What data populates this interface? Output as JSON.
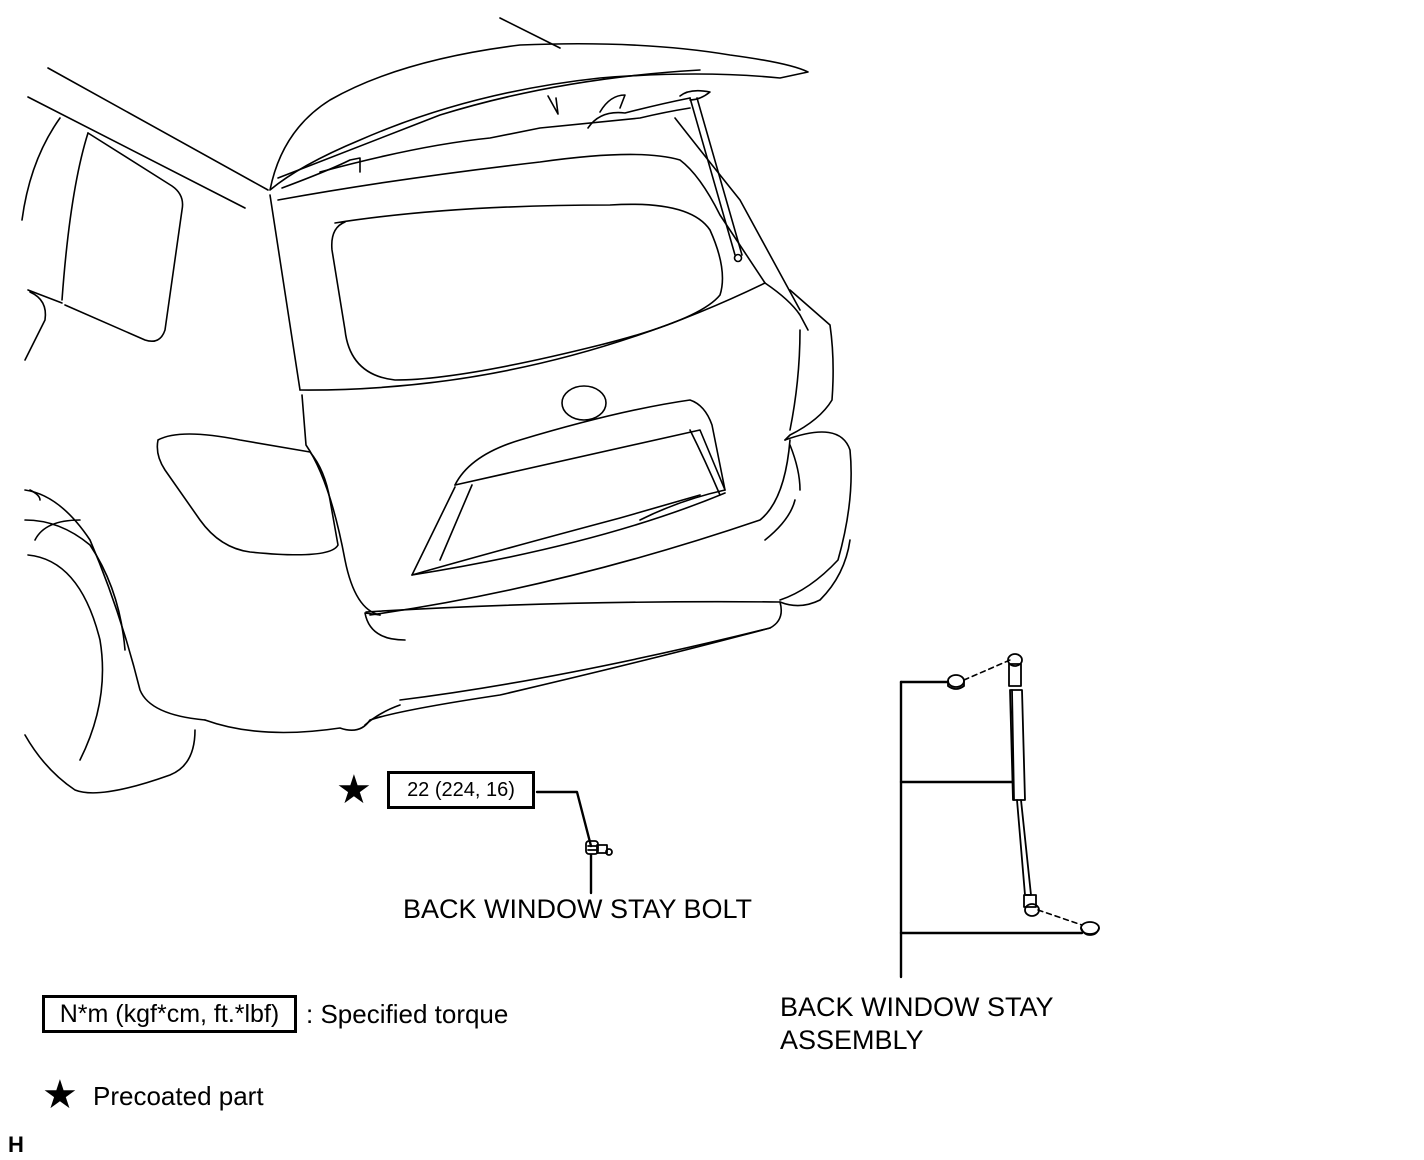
{
  "torque_value": "22 (224, 16)",
  "bolt_label": "BACK WINDOW STAY BOLT",
  "assembly_label_line1": "BACK WINDOW STAY",
  "assembly_label_line2": "ASSEMBLY",
  "legend": {
    "torque_box_text": "N*m (kgf*cm, ft.*lbf)",
    "torque_desc": ": Specified torque",
    "precoat_desc": "Precoated part"
  },
  "figure_code": "H",
  "icons": {
    "precoat": "star-icon"
  }
}
